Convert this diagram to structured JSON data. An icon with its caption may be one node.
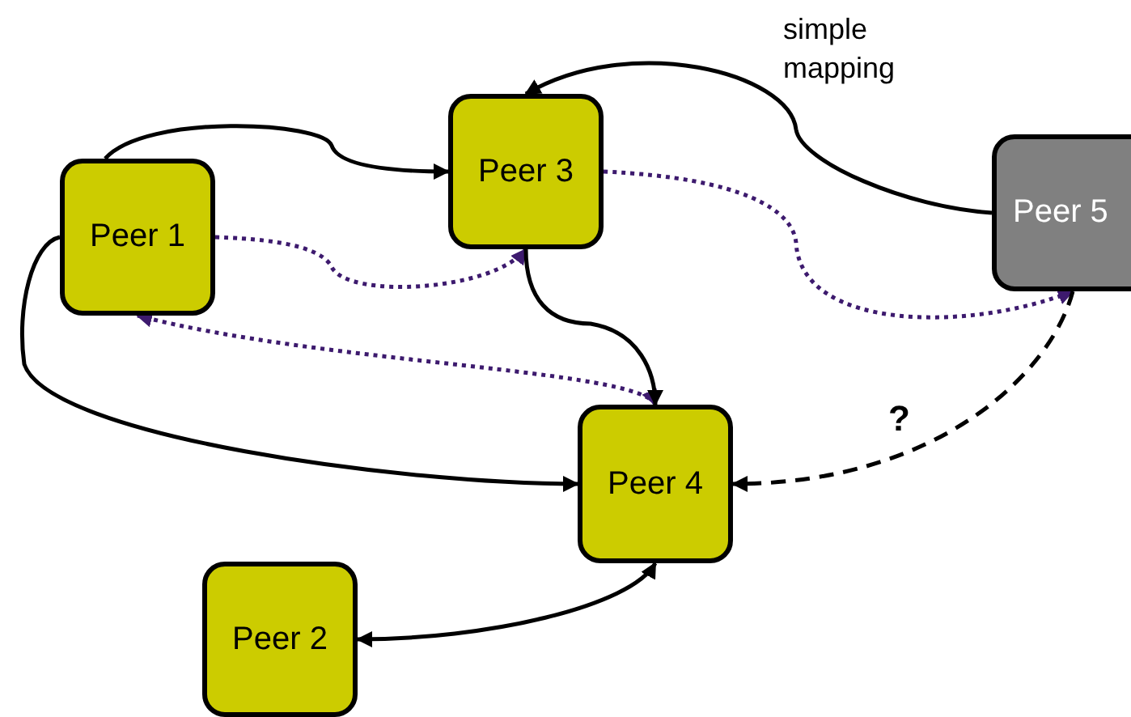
{
  "diagram": {
    "nodes": [
      {
        "text": [
          "Peer 1"
        ]
      },
      {
        "text": [
          "Peer 3"
        ]
      },
      {
        "text": [
          "Peer 5"
        ]
      },
      {
        "text": [
          "Peer 4"
        ]
      },
      {
        "text": [
          "Peer 2"
        ]
      }
    ],
    "edges": [
      {
        "from": 0,
        "to": 1,
        "arrow": "to"
      },
      {
        "from": 2,
        "to": 1,
        "arrow": "to",
        "label": "simple mapping"
      },
      {
        "from": 0,
        "to": 1,
        "arrow": "to",
        "style": "dashed",
        "color": "#3d1a6e"
      },
      {
        "from": 1,
        "to": 2,
        "arrow": "to",
        "style": "dashed",
        "color": "#3d1a6e"
      },
      {
        "from": 3,
        "to": 0,
        "arrow": "both",
        "style": "dashed",
        "color": "#3d1a6e"
      },
      {
        "from": 1,
        "to": 3,
        "arrow": "to"
      },
      {
        "from": 0,
        "to": 3,
        "arrow": "to"
      },
      {
        "from": 2,
        "to": 3,
        "arrow": "to",
        "style": "dashed",
        "label": "?"
      },
      {
        "from": 3,
        "to": 4,
        "arrow": "both"
      }
    ]
  }
}
